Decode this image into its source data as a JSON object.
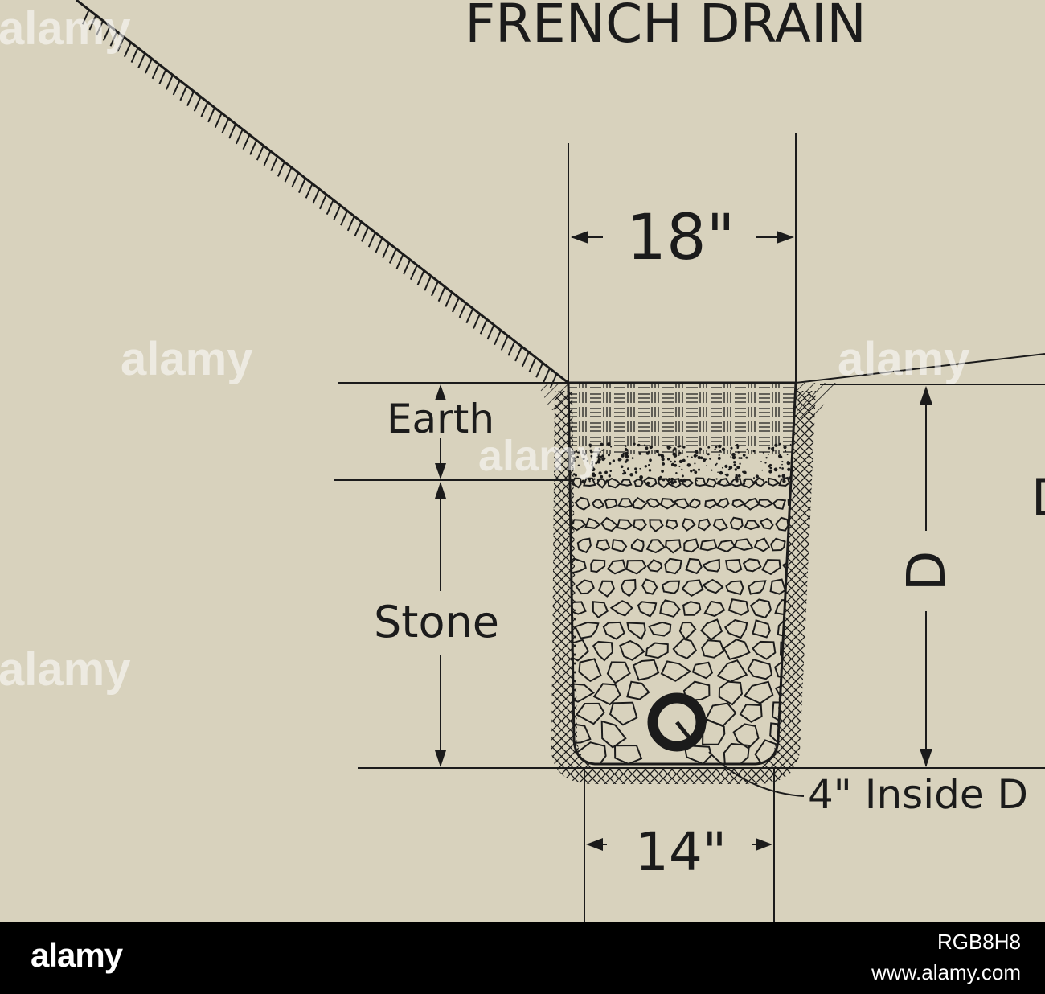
{
  "diagram": {
    "title": "FRENCH DRAIN",
    "labels": {
      "top_width": "18\"",
      "bottom_width": "14\"",
      "earth": "Earth",
      "stone": "Stone",
      "depth_left": "D",
      "depth_right": "D",
      "pipe": "4\" Inside D"
    }
  },
  "watermark": {
    "text": "alamy"
  },
  "footer": {
    "logo": "alamy",
    "image_id": "RGB8H8",
    "url": "www.alamy.com"
  },
  "colors": {
    "paper": "#d8d2bd",
    "ink": "#1b1b1b",
    "footer_bg": "#000000",
    "footer_text": "#ffffff"
  }
}
